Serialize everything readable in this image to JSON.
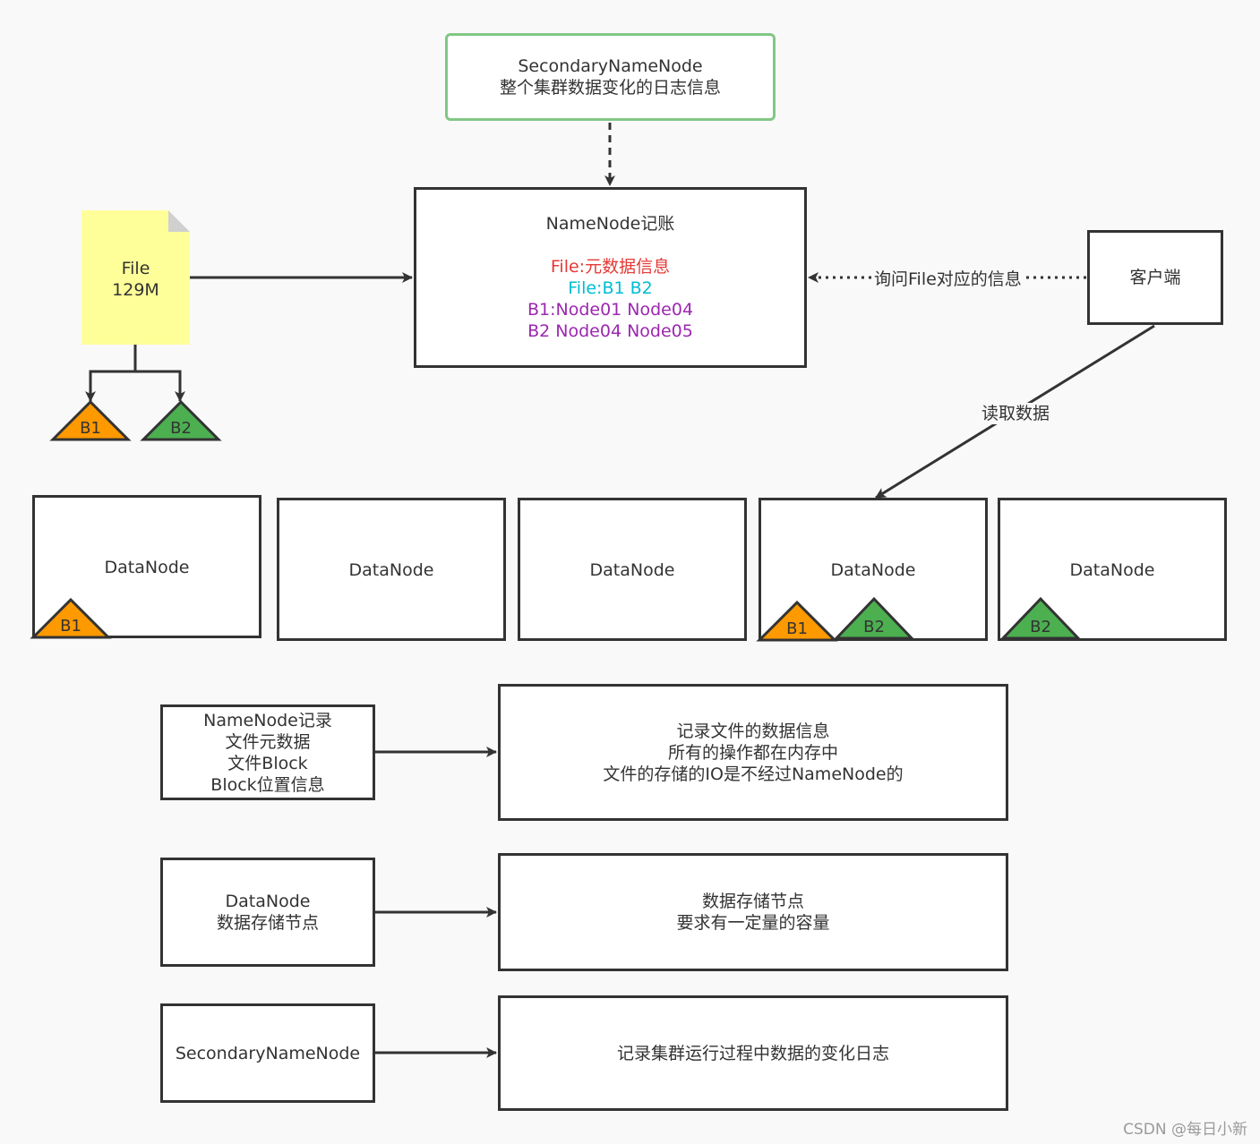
{
  "colors": {
    "stroke": "#333333",
    "snn_border": "#82c785",
    "file_fill": "#ffff99",
    "file_fold": "#d0d0d0",
    "block_b1": "#ff9900",
    "block_b2": "#4caf50",
    "meta_red": "#e53935",
    "meta_cyan": "#00bcd4",
    "meta_purple": "#9c27b0"
  },
  "secondary_namenode": {
    "title": "SecondaryNameNode",
    "desc": "整个集群数据变化的日志信息"
  },
  "namenode": {
    "title": "NameNode记账",
    "line_file_meta": "File:元数据信息",
    "line_file_blocks": "File:B1 B2",
    "line_b1": "B1:Node01 Node04",
    "line_b2": "B2 Node04 Node05"
  },
  "file": {
    "name": "File",
    "size": "129M"
  },
  "blocks": {
    "b1": "B1",
    "b2": "B2"
  },
  "client": {
    "label": "客户端",
    "ask_label": "询问File对应的信息",
    "read_label": "读取数据"
  },
  "datanodes": [
    {
      "label": "DataNode",
      "blocks": [
        "B1"
      ]
    },
    {
      "label": "DataNode",
      "blocks": []
    },
    {
      "label": "DataNode",
      "blocks": []
    },
    {
      "label": "DataNode",
      "blocks": [
        "B1",
        "B2"
      ]
    },
    {
      "label": "DataNode",
      "blocks": [
        "B2"
      ]
    }
  ],
  "legend": [
    {
      "lines": [
        "NameNode记录",
        "文件元数据",
        "文件Block",
        "Block位置信息"
      ],
      "desc": [
        "记录文件的数据信息",
        "所有的操作都在内存中",
        "文件的存储的IO是不经过NameNode的"
      ]
    },
    {
      "lines": [
        "DataNode",
        "数据存储节点"
      ],
      "desc": [
        "数据存储节点",
        "要求有一定量的容量"
      ]
    },
    {
      "lines": [
        "SecondaryNameNode"
      ],
      "desc": [
        "记录集群运行过程中数据的变化日志"
      ]
    }
  ],
  "watermark": "CSDN @每日小新"
}
